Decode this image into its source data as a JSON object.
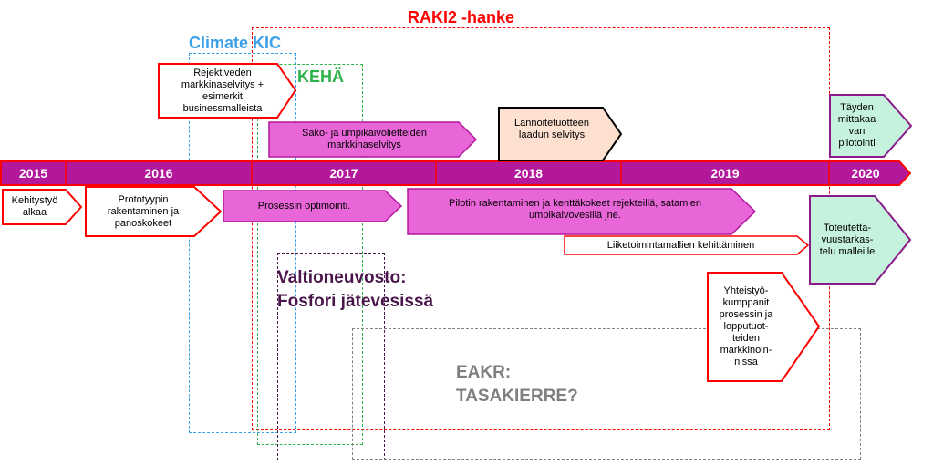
{
  "projects": {
    "raki2": "RAKI2 -hanke",
    "climate_kic": "Climate KIC",
    "keha": "KEHÄ",
    "valtioneuvosto": "Valtioneuvosto:\nFosfori jätevesissä",
    "eakr": "EAKR:\nTASAKIERRE?"
  },
  "timeline": {
    "years": [
      "2015",
      "2016",
      "2017",
      "2018",
      "2019",
      "2020"
    ]
  },
  "tasks": {
    "rejektiveden": "Rejektiveden markkinaselvitys + esimerkit businessmalleista",
    "sako": "Sako- ja umpikaivolietteiden markkinaselvitys",
    "lannoite": "Lannoitetuotteen laadun selvitys",
    "tayden": "Täyden mittakaa van pilotointi",
    "kehitystyo": "Kehitystyö alkaa",
    "prototyypin": "Prototyypin rakentaminen ja panoskokeet",
    "prosessin": "Prosessin optimointi.",
    "pilotin": "Pilotin rakentaminen ja kenttäkokeet rejekteillä, satamien umpikaivovesillä jne.",
    "liiketoiminta": "Liiketoimintamallien kehittäminen",
    "toteutettavuus": "Toteutetta-vuustarkas-telu malleille",
    "yhteistyo": "Yhteistyö-kumppanit prosessin ja lopputuot-teiden markkinoin-nissa"
  },
  "colors": {
    "red": "#ff0000",
    "magenta": "#b3179a",
    "pink_fill": "#e966d9",
    "salmon_fill": "#fde0cf",
    "mint_fill": "#c5f2dd",
    "purple_border": "#8b1a8b",
    "blue": "#3ba0e6",
    "green": "#2db34a",
    "dark_purple": "#4a154b",
    "gray": "#7f7f7f"
  }
}
